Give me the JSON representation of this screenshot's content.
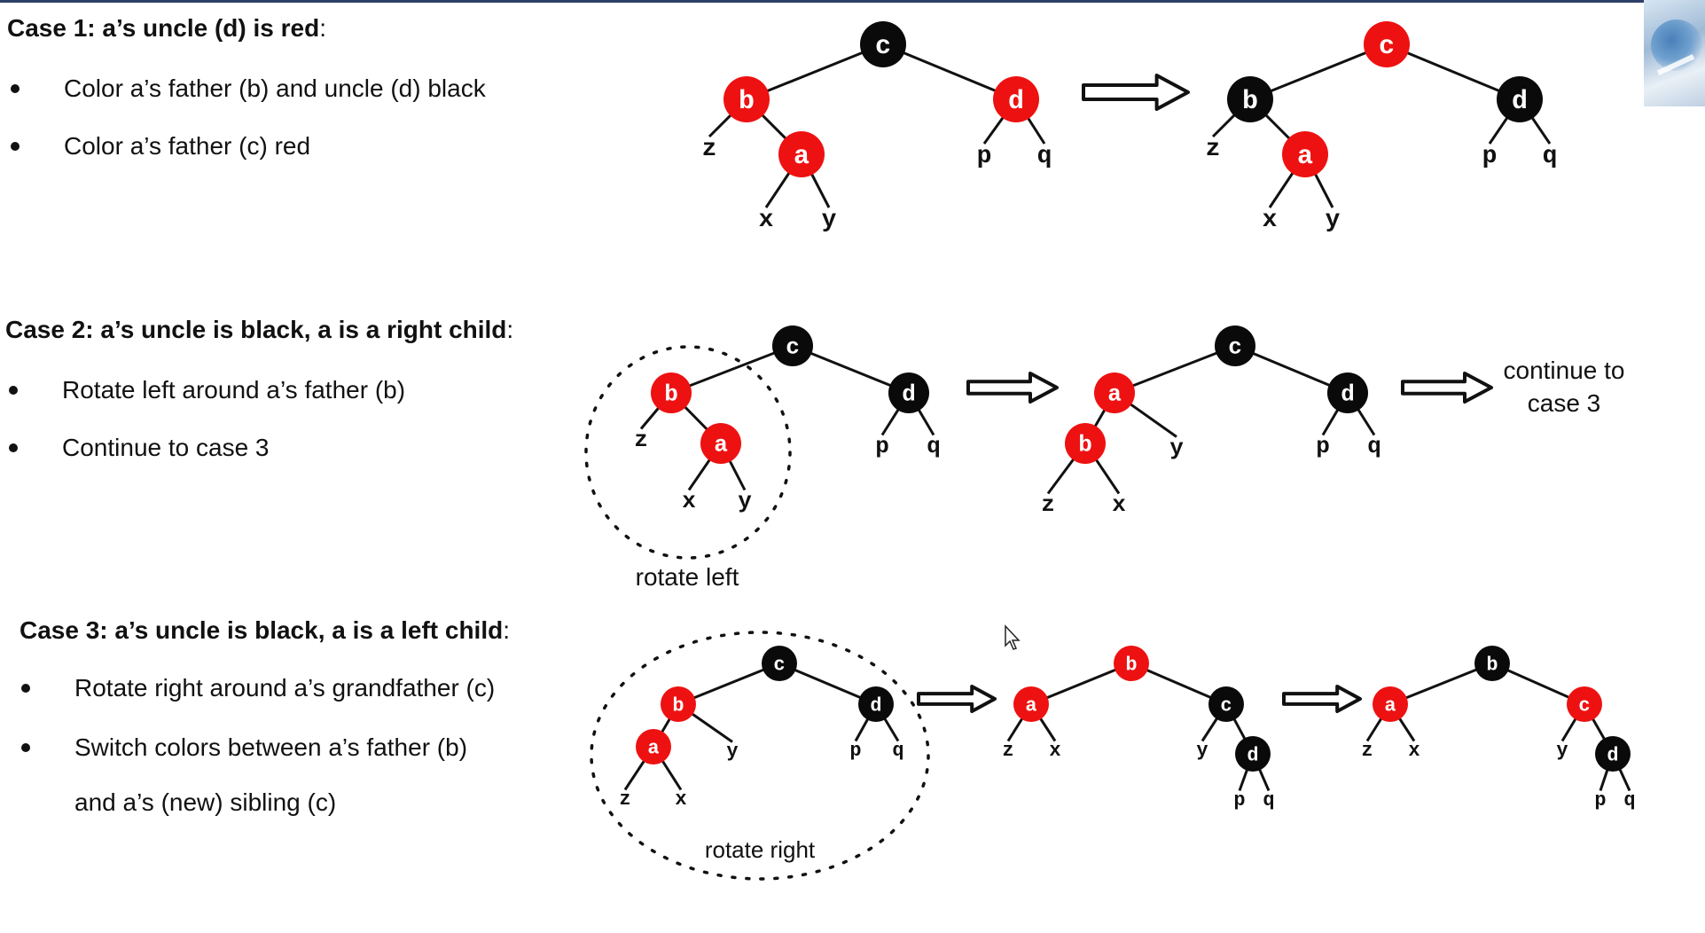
{
  "cases": [
    {
      "title": "Case 1: a’s uncle (d) is red",
      "colon": ":",
      "bullets": [
        "Color a’s father (b) and uncle (d) black",
        "Color a’s father (c) red"
      ]
    },
    {
      "title": "Case 2: a’s uncle is black, a is a right child",
      "colon": ":",
      "bullets": [
        "Rotate left around a’s father (b)",
        "Continue to case 3"
      ]
    },
    {
      "title": "Case 3: a’s uncle is black, a is a left child",
      "colon": ":",
      "bullets": [
        "Rotate right around a’s grandfather (c)",
        "Switch colors between a’s father (b)",
        "and a’s (new) sibling (c)"
      ]
    }
  ],
  "diagram": {
    "colors": {
      "red": "#ee1111",
      "black": "#0a0a0a",
      "edge": "#111111",
      "node_text": "#ffffff"
    },
    "annotations": {
      "rotate_left": "rotate left",
      "rotate_right": "rotate right",
      "continue_line1": "continue to",
      "continue_line2": "case 3"
    },
    "trees": [
      {
        "id": "case1-before",
        "nodes": [
          {
            "key": "c",
            "color": "black"
          },
          {
            "key": "b",
            "color": "red"
          },
          {
            "key": "d",
            "color": "red"
          },
          {
            "key": "a",
            "color": "red"
          }
        ],
        "leaves": [
          "z",
          "x",
          "y",
          "p",
          "q"
        ]
      },
      {
        "id": "case1-after",
        "nodes": [
          {
            "key": "c",
            "color": "red"
          },
          {
            "key": "b",
            "color": "black"
          },
          {
            "key": "d",
            "color": "black"
          },
          {
            "key": "a",
            "color": "red"
          }
        ],
        "leaves": [
          "z",
          "x",
          "y",
          "p",
          "q"
        ]
      },
      {
        "id": "case2-before",
        "nodes": [
          {
            "key": "c",
            "color": "black"
          },
          {
            "key": "b",
            "color": "red"
          },
          {
            "key": "d",
            "color": "black"
          },
          {
            "key": "a",
            "color": "red"
          }
        ],
        "leaves": [
          "z",
          "x",
          "y",
          "p",
          "q"
        ]
      },
      {
        "id": "case2-after",
        "nodes": [
          {
            "key": "c",
            "color": "black"
          },
          {
            "key": "a",
            "color": "red"
          },
          {
            "key": "d",
            "color": "black"
          },
          {
            "key": "b",
            "color": "red"
          }
        ],
        "leaves": [
          "y",
          "z",
          "x",
          "p",
          "q"
        ]
      },
      {
        "id": "case3-before",
        "nodes": [
          {
            "key": "c",
            "color": "black"
          },
          {
            "key": "b",
            "color": "red"
          },
          {
            "key": "d",
            "color": "black"
          },
          {
            "key": "a",
            "color": "red"
          }
        ],
        "leaves": [
          "y",
          "z",
          "x",
          "p",
          "q"
        ]
      },
      {
        "id": "case3-mid",
        "nodes": [
          {
            "key": "b",
            "color": "red"
          },
          {
            "key": "a",
            "color": "red"
          },
          {
            "key": "c",
            "color": "black"
          },
          {
            "key": "d",
            "color": "black"
          }
        ],
        "leaves": [
          "z",
          "x",
          "y",
          "p",
          "q"
        ]
      },
      {
        "id": "case3-after",
        "nodes": [
          {
            "key": "b",
            "color": "black"
          },
          {
            "key": "a",
            "color": "red"
          },
          {
            "key": "c",
            "color": "red"
          },
          {
            "key": "d",
            "color": "black"
          }
        ],
        "leaves": [
          "z",
          "x",
          "y",
          "p",
          "q"
        ]
      }
    ]
  }
}
